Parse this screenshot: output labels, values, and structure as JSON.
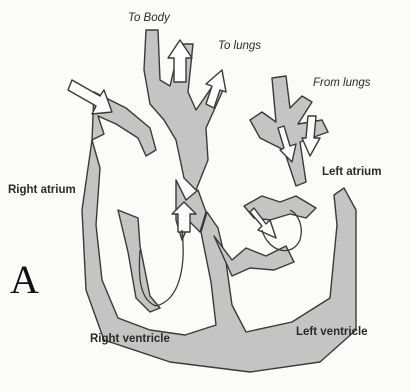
{
  "diagram": {
    "letter": "A",
    "labels": {
      "to_body": "To Body",
      "to_lungs": "To lungs",
      "from_lungs": "From lungs",
      "right_atrium": "Right atrium",
      "left_atrium": "Left atrium",
      "right_ventricle": "Right ventricle",
      "left_ventricle": "Left ventricle"
    },
    "colors": {
      "wall": "#c4c4c4",
      "outline": "#3a3a3a",
      "background": "#fbfbf8"
    }
  }
}
